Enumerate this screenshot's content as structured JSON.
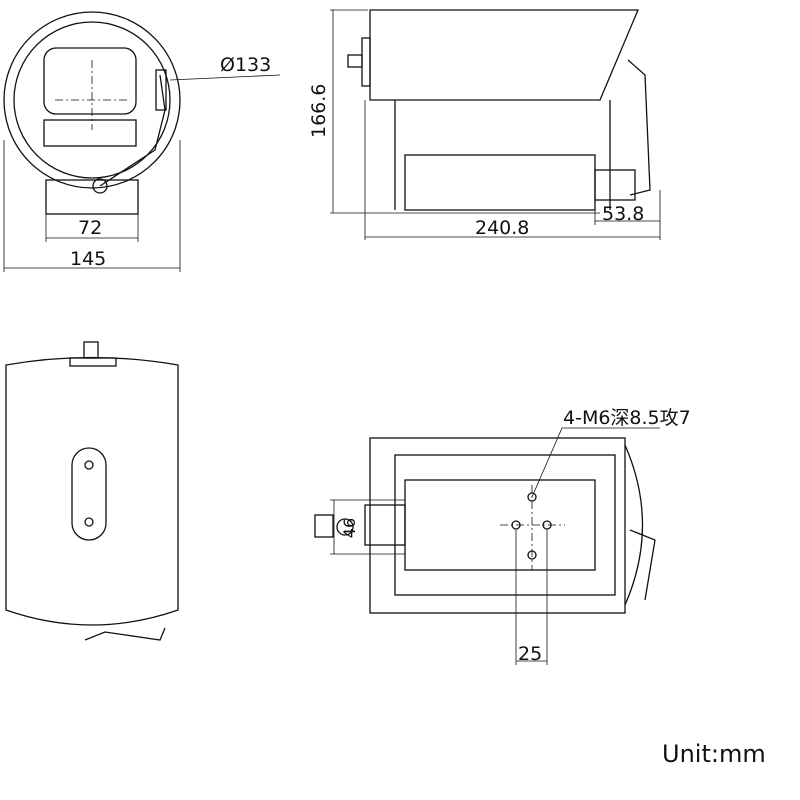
{
  "dimensions": {
    "diameter": "Ø133",
    "height": "166.6",
    "base_width": "72",
    "total_width": "145",
    "length": "240.8",
    "rear": "53.8",
    "mount_spacing": "25",
    "tripod_offset": "46",
    "mount_holes": "4-M6深8.5攻7"
  },
  "unit": "Unit:mm"
}
